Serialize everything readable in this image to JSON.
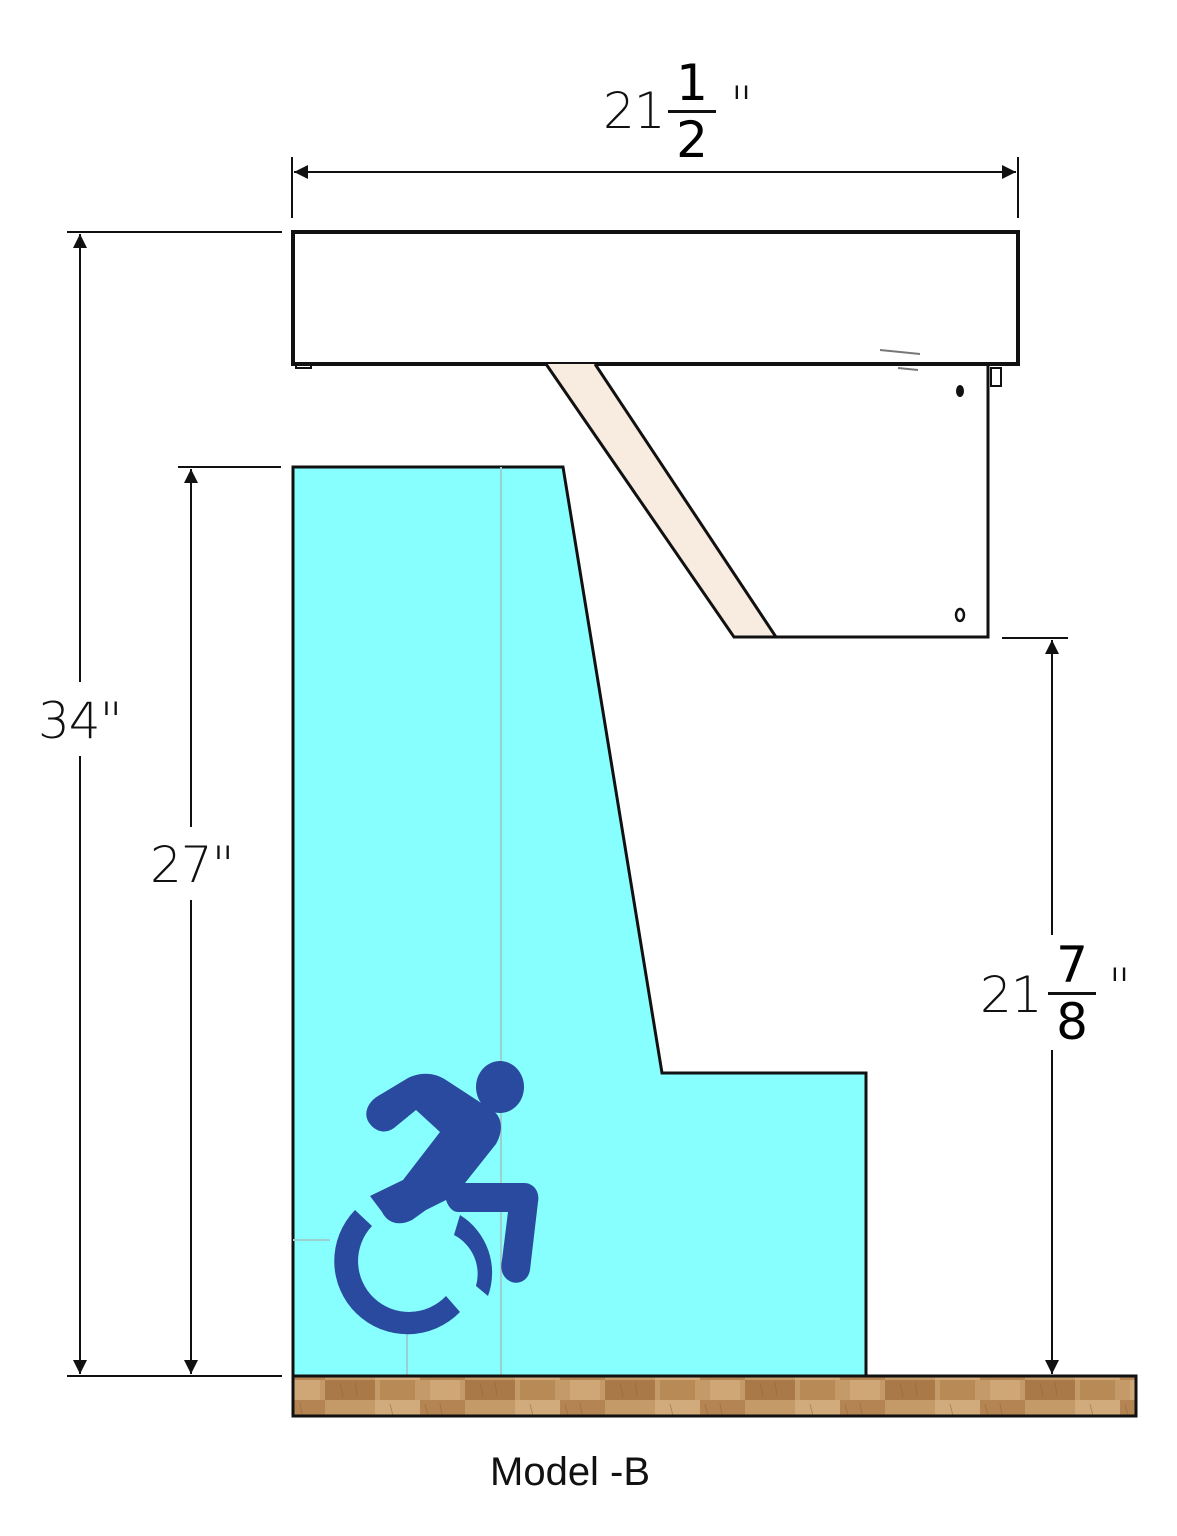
{
  "title": "Model -B",
  "colors": {
    "line": "#111111",
    "knee_clearance_fill": "#88ffff",
    "accessibility_icon": "#2a4aa0",
    "wood_base": "#b88a55",
    "bracket_edge": "#f7e6da"
  },
  "dimensions": {
    "top_width": {
      "whole": "21",
      "numerator": "1",
      "denominator": "2",
      "unit": "\""
    },
    "overall_height": {
      "label": "34\""
    },
    "knee_clearance_height": {
      "label": "27\""
    },
    "under_bracket_height": {
      "whole": "21",
      "numerator": "7",
      "denominator": "8",
      "unit": "\""
    }
  },
  "icons": {
    "accessibility": "dynamic-wheelchair-icon"
  },
  "caption": "Model -B"
}
